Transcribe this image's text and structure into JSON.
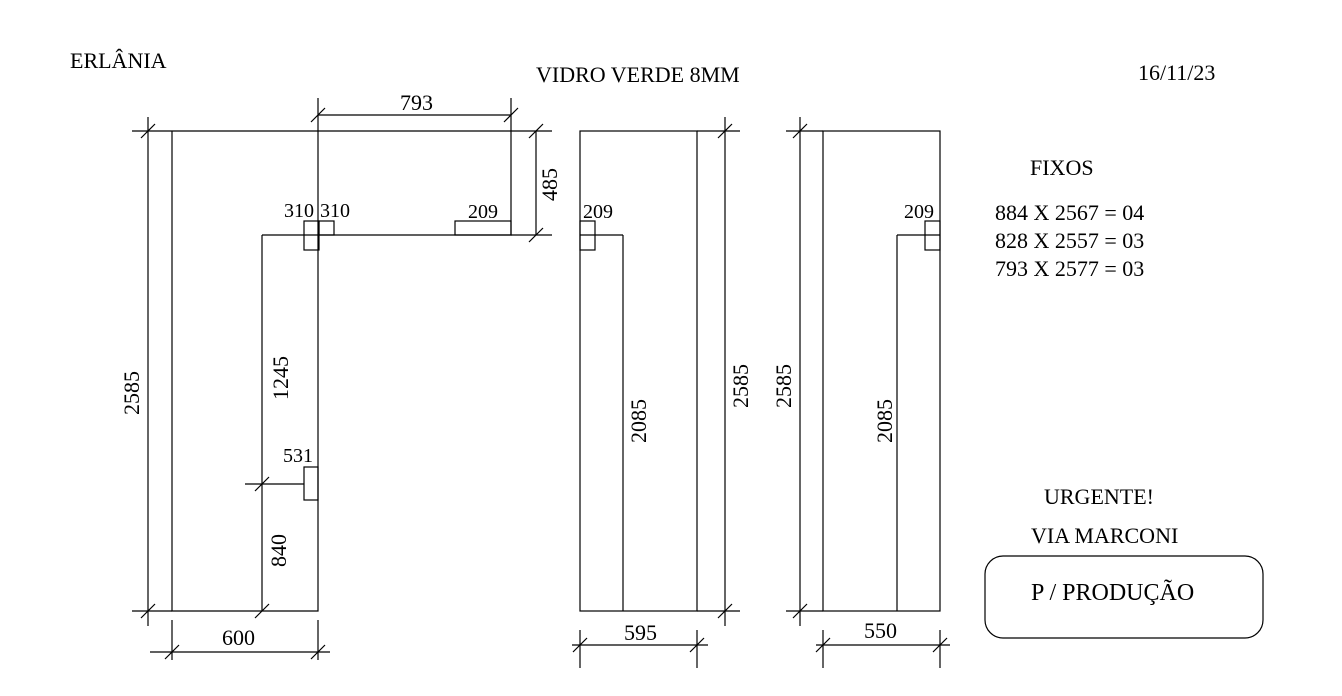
{
  "header": {
    "client": "ERLÂNIA",
    "title": "VIDRO VERDE 8MM",
    "date": "16/11/23"
  },
  "panel_left": {
    "top_width": "793",
    "top_height": "485",
    "total_height": "2585",
    "bottom_width": "600",
    "label_310_a": "310",
    "label_310_b": "310",
    "label_209": "209",
    "label_1245": "1245",
    "label_531": "531",
    "label_840": "840"
  },
  "panel_middle": {
    "label_209": "209",
    "inner_height": "2085",
    "total_height": "2585",
    "bottom_width": "595"
  },
  "panel_right": {
    "label_209": "209",
    "inner_height": "2085",
    "total_height": "2585",
    "bottom_width": "550"
  },
  "fixos": {
    "heading": "FIXOS",
    "items": [
      "884 X 2567 = 04",
      "828 X 2557 = 03",
      "793 X 2577 = 03"
    ]
  },
  "notes": {
    "urgent": "URGENTE!",
    "location": "VIA MARCONI",
    "production": "P / PRODUÇÃO"
  }
}
